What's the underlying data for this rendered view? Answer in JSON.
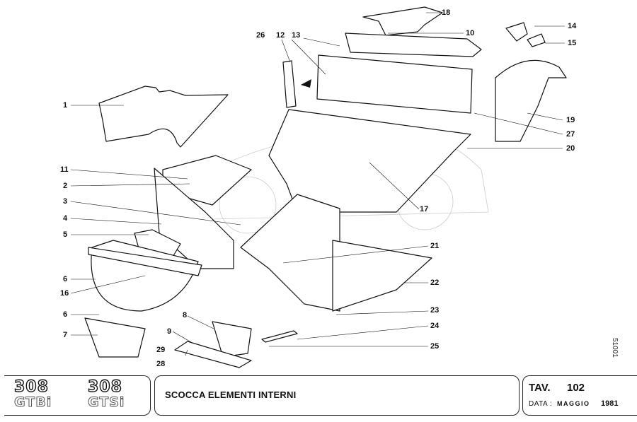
{
  "diagram": {
    "title": "SCOCCA ELEMENTI INTERNI",
    "drawing_code": "51001",
    "callouts": [
      {
        "num": "1"
      },
      {
        "num": "2"
      },
      {
        "num": "3"
      },
      {
        "num": "4"
      },
      {
        "num": "5"
      },
      {
        "num": "6"
      },
      {
        "num": "6"
      },
      {
        "num": "7"
      },
      {
        "num": "8"
      },
      {
        "num": "9"
      },
      {
        "num": "10"
      },
      {
        "num": "11"
      },
      {
        "num": "12"
      },
      {
        "num": "13"
      },
      {
        "num": "14"
      },
      {
        "num": "15"
      },
      {
        "num": "16"
      },
      {
        "num": "17"
      },
      {
        "num": "18"
      },
      {
        "num": "19"
      },
      {
        "num": "20"
      },
      {
        "num": "21"
      },
      {
        "num": "22"
      },
      {
        "num": "23"
      },
      {
        "num": "24"
      },
      {
        "num": "25"
      },
      {
        "num": "26"
      },
      {
        "num": "27"
      },
      {
        "num": "28"
      },
      {
        "num": "29"
      }
    ]
  },
  "title_block": {
    "models": [
      {
        "number": "308",
        "model": "GTBi"
      },
      {
        "number": "308",
        "model": "GTSi"
      }
    ],
    "section_title": "SCOCCA ELEMENTI INTERNI",
    "tav_label": "TAV.",
    "tav_number": "102",
    "date_label": "DATA :",
    "date_month": "MAGGIO",
    "date_year": "1981"
  },
  "colors": {
    "ink": "#111111",
    "ghost": "#cccccc",
    "paper": "#ffffff"
  }
}
